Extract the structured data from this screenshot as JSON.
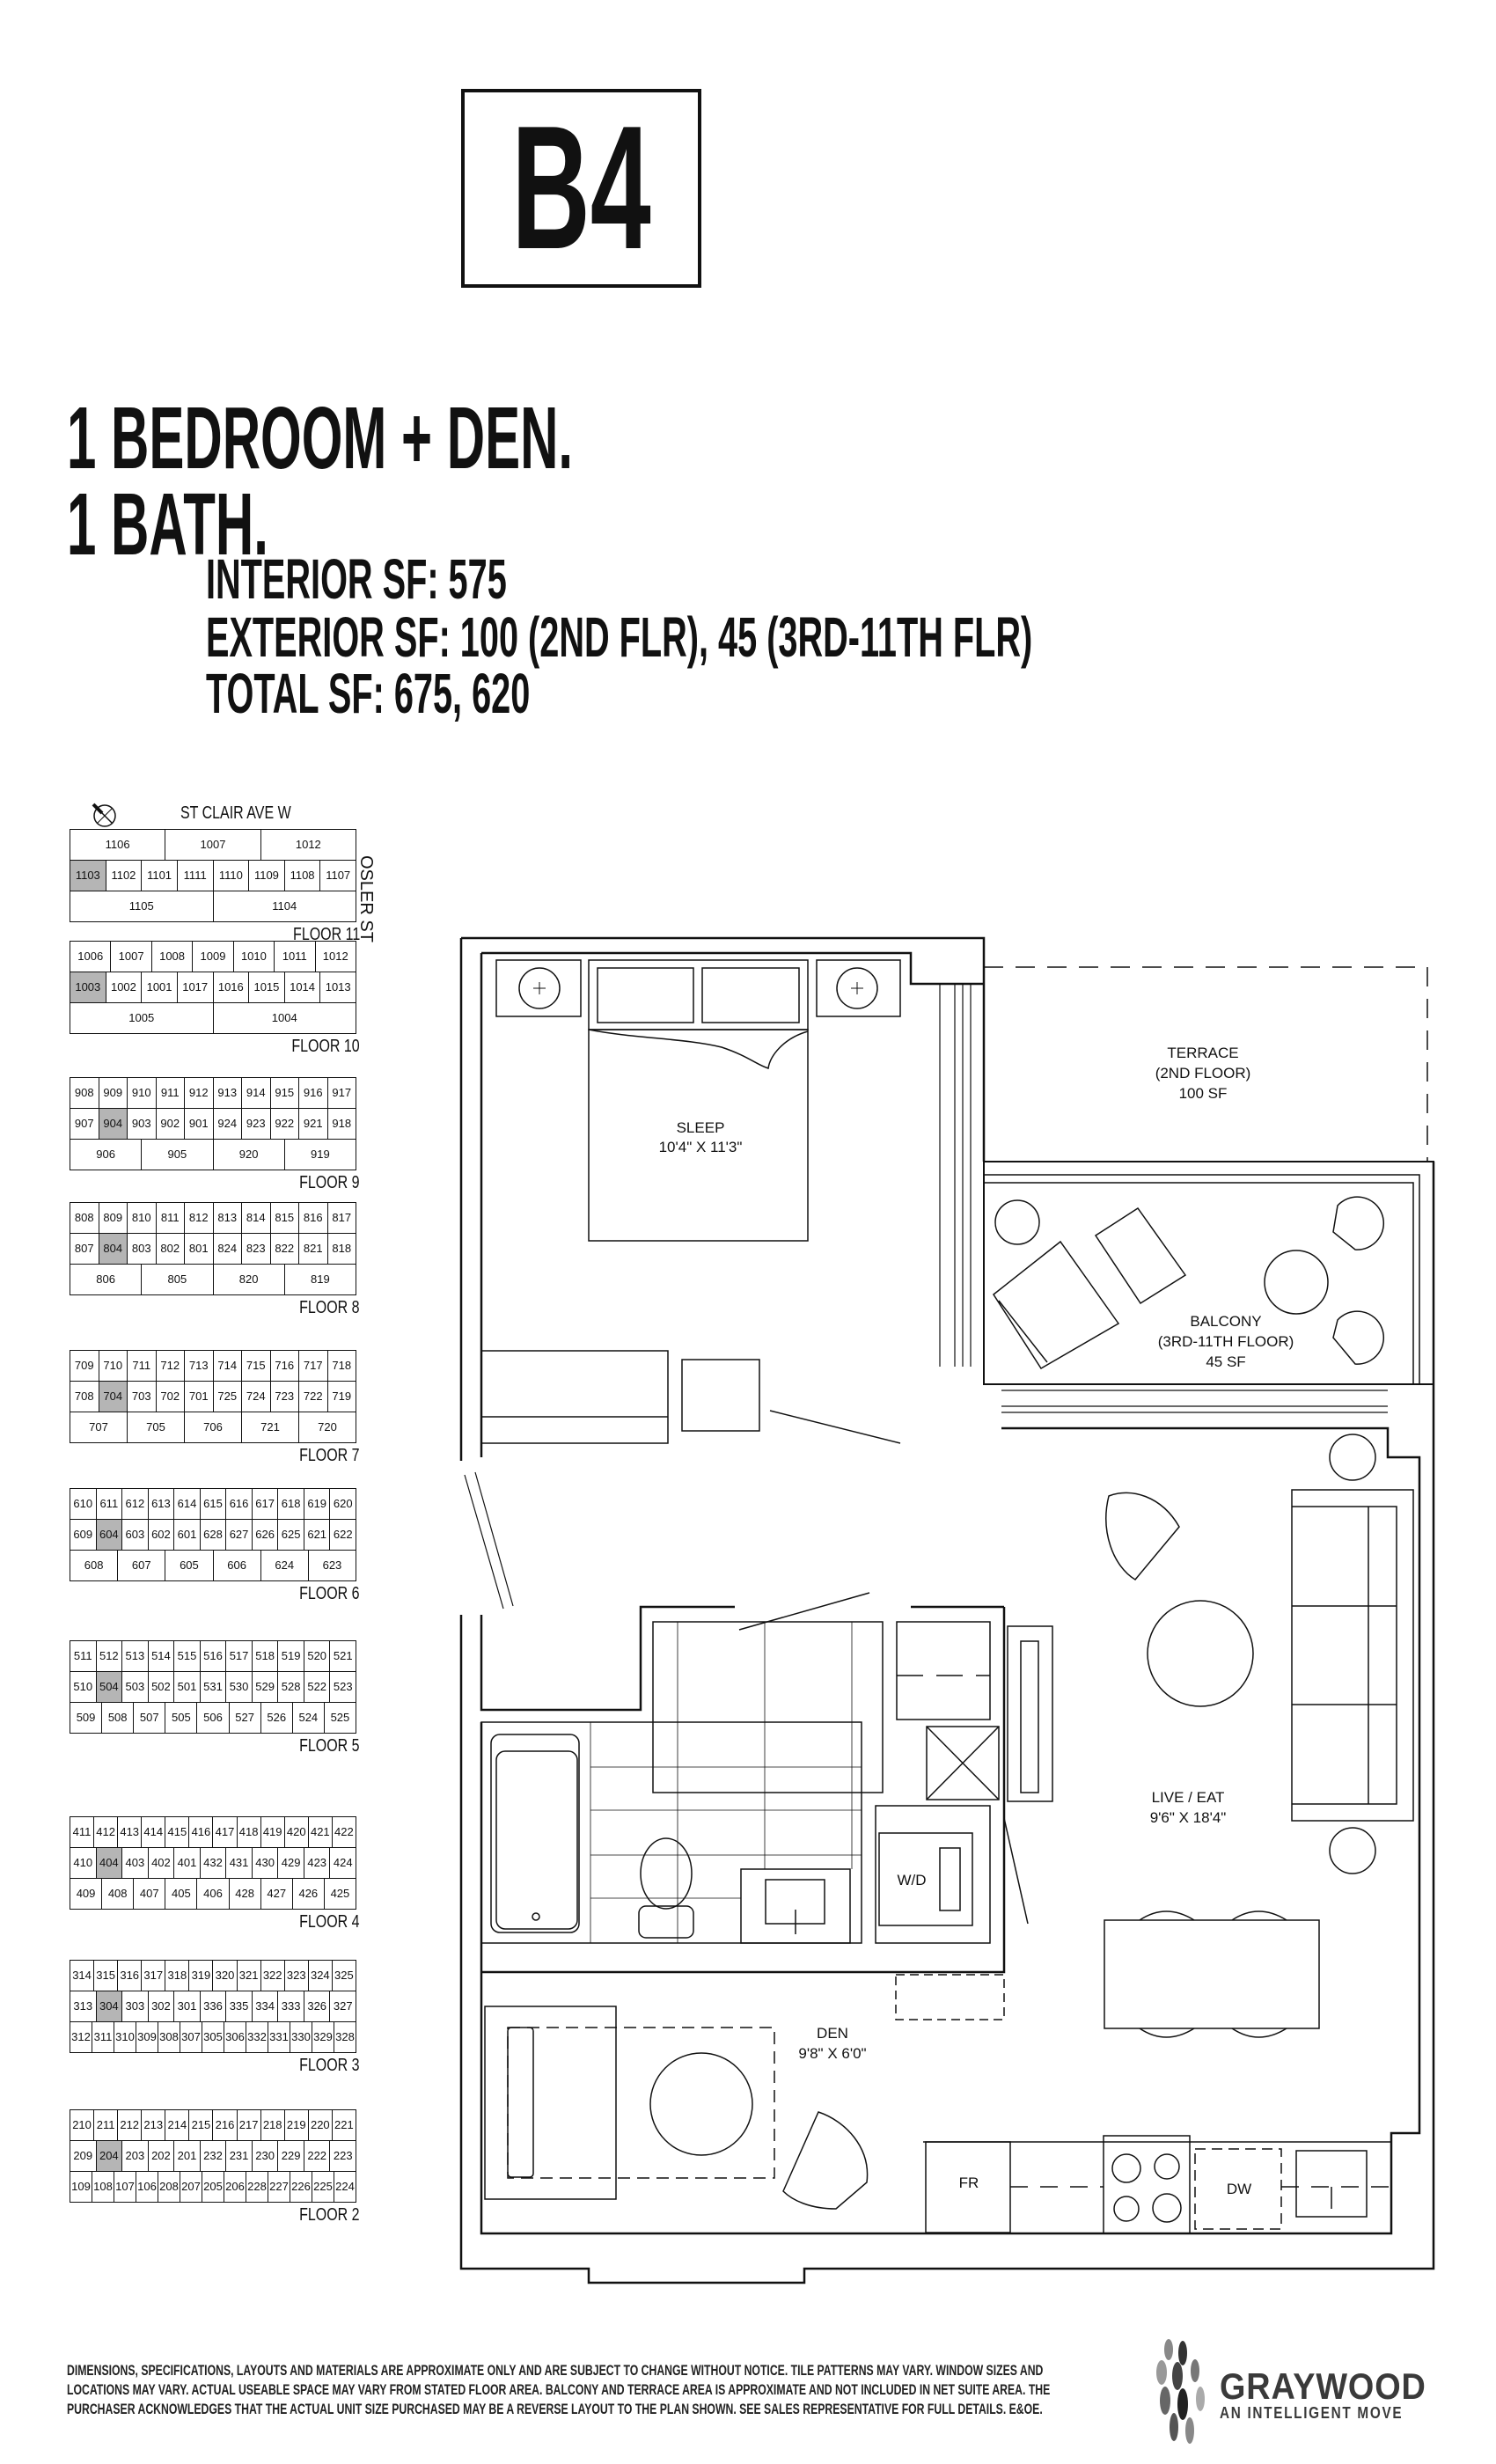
{
  "unit": {
    "name": "B4"
  },
  "headline": {
    "line1": "1 BEDROOM + DEN.",
    "line2": "1 BATH."
  },
  "specs": {
    "interior": "INTERIOR SF: 575",
    "exterior": "EXTERIOR SF: 100 (2ND FLR), 45 (3RD-11TH FLR)",
    "total": "TOTAL SF: 675, 620"
  },
  "keyplan": {
    "street_north": "ST CLAIR AVE W",
    "street_east": "OSLER ST",
    "floors": [
      {
        "label": "FLOOR 11",
        "highlight": "1103",
        "rows": [
          [
            "1106",
            "1007",
            "1012"
          ],
          [
            "1103",
            "1102",
            "1101",
            "1111",
            "1110",
            "1109",
            "1108",
            "1107"
          ],
          [
            "1105",
            "1104"
          ]
        ]
      },
      {
        "label": "FLOOR 10",
        "highlight": "1003",
        "rows": [
          [
            "1006",
            "1007",
            "1008",
            "1009",
            "1010",
            "1011",
            "1012"
          ],
          [
            "1003",
            "1002",
            "1001",
            "1017",
            "1016",
            "1015",
            "1014",
            "1013"
          ],
          [
            "1005",
            "1004"
          ]
        ]
      },
      {
        "label": "FLOOR 9",
        "highlight": "904",
        "rows": [
          [
            "908",
            "909",
            "910",
            "911",
            "912",
            "913",
            "914",
            "915",
            "916",
            "917"
          ],
          [
            "907",
            "904",
            "903",
            "902",
            "901",
            "924",
            "923",
            "922",
            "921",
            "918"
          ],
          [
            "906",
            "905",
            "920",
            "919"
          ]
        ]
      },
      {
        "label": "FLOOR 8",
        "highlight": "804",
        "rows": [
          [
            "808",
            "809",
            "810",
            "811",
            "812",
            "813",
            "814",
            "815",
            "816",
            "817"
          ],
          [
            "807",
            "804",
            "803",
            "802",
            "801",
            "824",
            "823",
            "822",
            "821",
            "818"
          ],
          [
            "806",
            "805",
            "820",
            "819"
          ]
        ]
      },
      {
        "label": "FLOOR 7",
        "highlight": "704",
        "rows": [
          [
            "709",
            "710",
            "711",
            "712",
            "713",
            "714",
            "715",
            "716",
            "717",
            "718"
          ],
          [
            "708",
            "704",
            "703",
            "702",
            "701",
            "725",
            "724",
            "723",
            "722",
            "719"
          ],
          [
            "707",
            "705",
            "706",
            "721",
            "720"
          ]
        ]
      },
      {
        "label": "FLOOR 6",
        "highlight": "604",
        "rows": [
          [
            "610",
            "611",
            "612",
            "613",
            "614",
            "615",
            "616",
            "617",
            "618",
            "619",
            "620"
          ],
          [
            "609",
            "604",
            "603",
            "602",
            "601",
            "628",
            "627",
            "626",
            "625",
            "621",
            "622"
          ],
          [
            "608",
            "607",
            "605",
            "606",
            "624",
            "623"
          ]
        ]
      },
      {
        "label": "FLOOR 5",
        "highlight": "504",
        "rows": [
          [
            "511",
            "512",
            "513",
            "514",
            "515",
            "516",
            "517",
            "518",
            "519",
            "520",
            "521"
          ],
          [
            "510",
            "504",
            "503",
            "502",
            "501",
            "531",
            "530",
            "529",
            "528",
            "522",
            "523"
          ],
          [
            "509",
            "508",
            "507",
            "505",
            "506",
            "527",
            "526",
            "524",
            "525"
          ]
        ]
      },
      {
        "label": "FLOOR 4",
        "highlight": "404",
        "rows": [
          [
            "411",
            "412",
            "413",
            "414",
            "415",
            "416",
            "417",
            "418",
            "419",
            "420",
            "421",
            "422"
          ],
          [
            "410",
            "404",
            "403",
            "402",
            "401",
            "432",
            "431",
            "430",
            "429",
            "423",
            "424"
          ],
          [
            "409",
            "408",
            "407",
            "405",
            "406",
            "428",
            "427",
            "426",
            "425"
          ]
        ]
      },
      {
        "label": "FLOOR 3",
        "highlight": "304",
        "rows": [
          [
            "314",
            "315",
            "316",
            "317",
            "318",
            "319",
            "320",
            "321",
            "322",
            "323",
            "324",
            "325"
          ],
          [
            "313",
            "304",
            "303",
            "302",
            "301",
            "336",
            "335",
            "334",
            "333",
            "326",
            "327"
          ],
          [
            "312",
            "311",
            "310",
            "309",
            "308",
            "307",
            "305",
            "306",
            "332",
            "331",
            "330",
            "329",
            "328"
          ]
        ]
      },
      {
        "label": "FLOOR 2",
        "highlight": "204",
        "rows": [
          [
            "210",
            "211",
            "212",
            "213",
            "214",
            "215",
            "216",
            "217",
            "218",
            "219",
            "220",
            "221"
          ],
          [
            "209",
            "204",
            "203",
            "202",
            "201",
            "232",
            "231",
            "230",
            "229",
            "222",
            "223"
          ],
          [
            "109",
            "108",
            "107",
            "106",
            "208",
            "207",
            "205",
            "206",
            "228",
            "227",
            "226",
            "225",
            "224"
          ]
        ]
      }
    ]
  },
  "plan": {
    "sleep": {
      "name": "SLEEP",
      "dims": "10'4\" X 11'3\""
    },
    "terrace": {
      "name": "TERRACE",
      "note": "(2ND FLOOR)",
      "area": "100 SF"
    },
    "balcony": {
      "name": "BALCONY",
      "note": "(3RD-11TH FLOOR)",
      "area": "45 SF"
    },
    "live": {
      "name": "LIVE / EAT",
      "dims": "9'6\" X 18'4\""
    },
    "den": {
      "name": "DEN",
      "dims": "9'8\" X 6'0\""
    },
    "wd": "W/D",
    "fr": "FR",
    "dw": "DW"
  },
  "disclaimer": [
    "DIMENSIONS, SPECIFICATIONS, LAYOUTS AND MATERIALS ARE APPROXIMATE ONLY AND ARE SUBJECT TO CHANGE WITHOUT NOTICE. TILE PATTERNS MAY VARY. WINDOW SIZES AND",
    "LOCATIONS MAY VARY. ACTUAL USEABLE SPACE MAY VARY FROM STATED FLOOR AREA. BALCONY AND TERRACE AREA IS APPROXIMATE AND NOT INCLUDED IN NET SUITE AREA. THE",
    "PURCHASER ACKNOWLEDGES THAT THE ACTUAL UNIT SIZE PURCHASED MAY BE A REVERSE LAYOUT TO THE PLAN SHOWN. SEE SALES REPRESENTATIVE FOR FULL DETAILS. E&OE."
  ],
  "brand": {
    "name": "GRAYWOOD",
    "tagline": "AN INTELLIGENT MOVE",
    "color": "#3a3a3a"
  }
}
